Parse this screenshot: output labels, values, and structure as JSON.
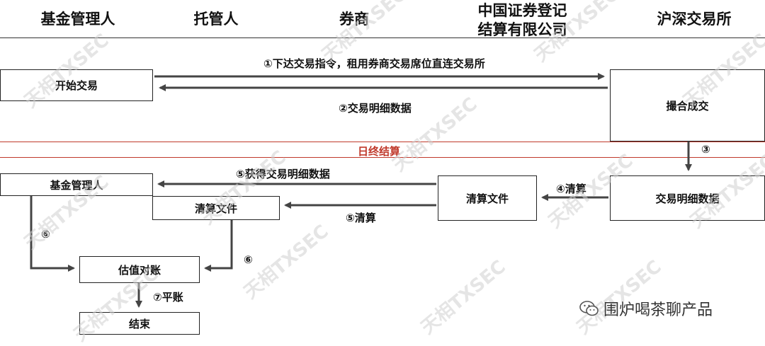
{
  "headers": {
    "fund_manager": "基金管理人",
    "custodian": "托管人",
    "broker": "券商",
    "csdc_line1": "中国证券登记",
    "csdc_line2": "结算有限公司",
    "exchange": "沪深交易所"
  },
  "boxes": {
    "start_trade": "开始交易",
    "match": "撮合成交",
    "trade_detail": "交易明细数据",
    "clearing_file_broker": "清算文件",
    "fund_manager": "基金管理人",
    "clearing_file_custodian": "清算文件",
    "valuation": "估值对账",
    "end": "结束"
  },
  "steps": {
    "step1": "①下达交易指令，租用券商交易席位直连交易所",
    "step2": "②交易明细数据",
    "step3": "③",
    "step4": "④清算",
    "step5a": "⑤获得交易明细数据",
    "step5b": "⑤清算",
    "step6_left": "⑥",
    "step6_right": "⑥",
    "step7": "⑦平账"
  },
  "settlement_label": "日终结算",
  "footer": "围炉喝茶聊产品",
  "watermark": "天相TXSEC",
  "colors": {
    "settlement_line": "#c0392b",
    "arrow": "#444444"
  }
}
